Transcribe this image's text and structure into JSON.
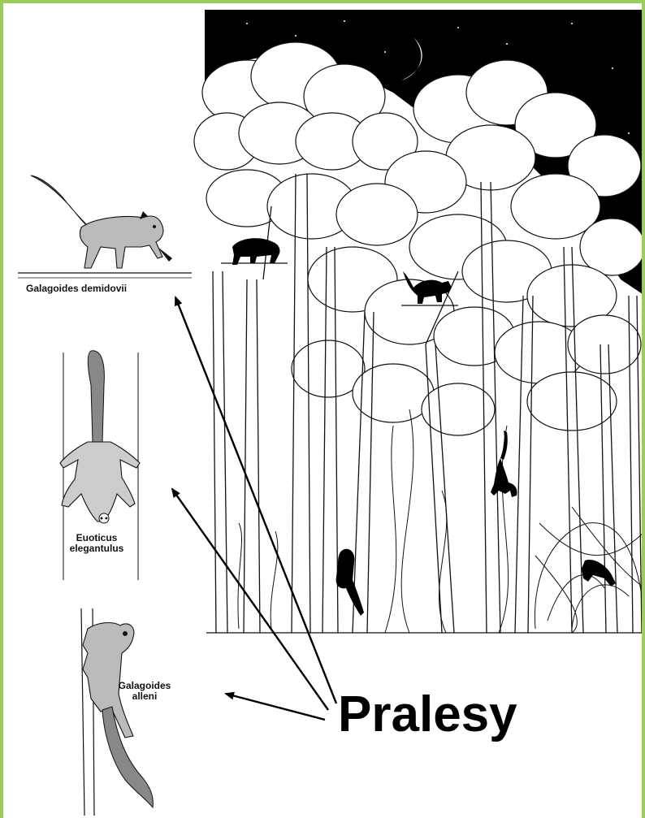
{
  "labels": {
    "galagoides_demidovii": "Galagoides demidovii",
    "euoticus_line1": "Euoticus",
    "euoticus_line2": "elegantulus",
    "alleni_line1": "Galagoides",
    "alleni_line2": "alleni",
    "habitat": "Pralesy"
  },
  "colors": {
    "frame": "#9acd5a",
    "night_sky": "#000000",
    "ink": "#111111"
  },
  "icons": {
    "moon": "crescent-moon-icon"
  }
}
